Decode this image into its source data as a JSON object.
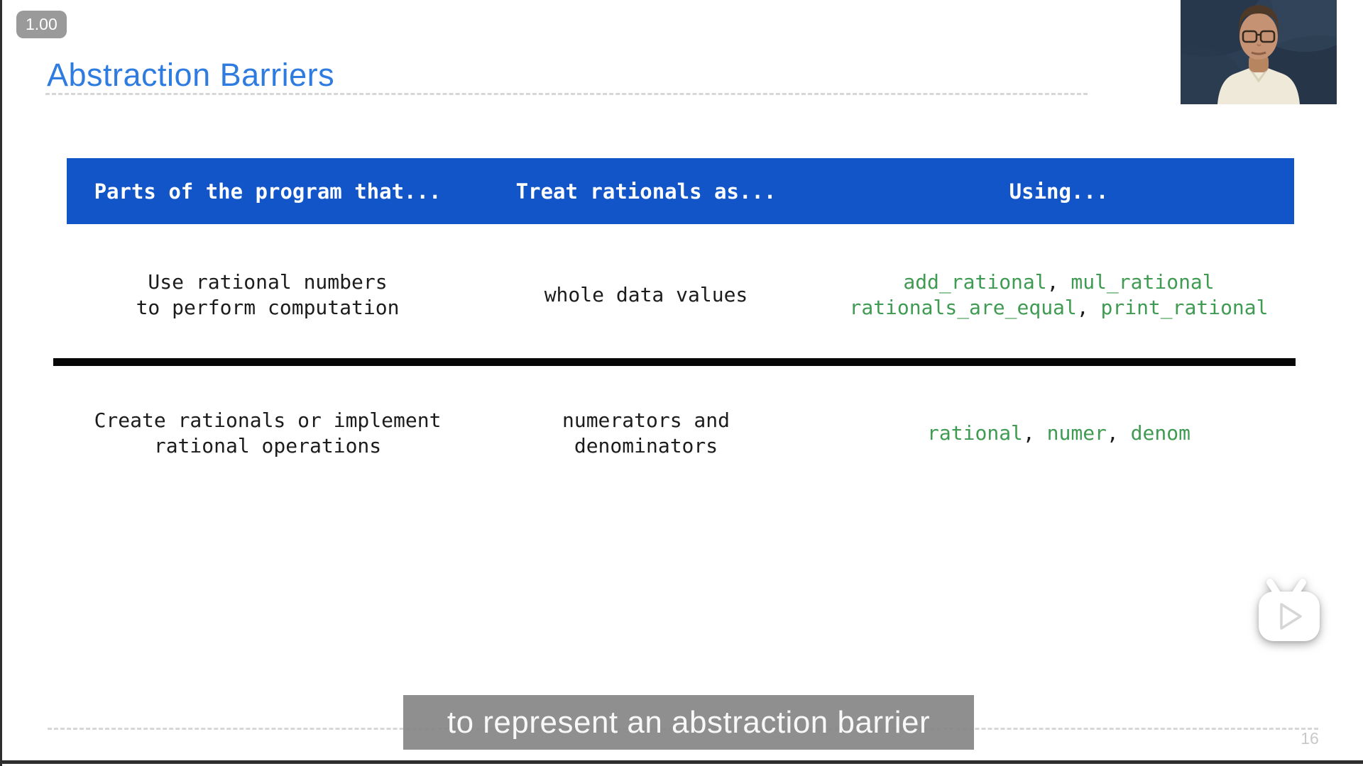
{
  "colors": {
    "header_bg": "#1255c8",
    "title_blue": "#2e7ce0",
    "code_green": "#3f9b52",
    "caption_bg": "#868686",
    "barrier_black": "#060606"
  },
  "player": {
    "rate_label": "1.00",
    "caption": "to represent an abstraction barrier",
    "icons": {
      "watermark": "tv-play-icon",
      "webcam": "presenter-video"
    }
  },
  "slide": {
    "title": "Abstraction Barriers",
    "page_number": "16",
    "table": {
      "headers": [
        "Parts of the program that...",
        "Treat rationals as...",
        "Using..."
      ],
      "rows": [
        {
          "col1": [
            "Use rational numbers",
            "to perform computation"
          ],
          "col2": [
            "whole data values"
          ],
          "col3": [
            [
              {
                "t": "add_rational",
                "k": "code"
              },
              {
                "t": ", ",
                "k": "plain"
              },
              {
                "t": "mul_rational",
                "k": "code"
              }
            ],
            [
              {
                "t": "rationals_are_equal",
                "k": "code"
              },
              {
                "t": ", ",
                "k": "plain"
              },
              {
                "t": "print_rational",
                "k": "code"
              }
            ]
          ]
        },
        {
          "col1": [
            "Create rationals or implement",
            "rational operations"
          ],
          "col2": [
            "numerators and",
            "denominators"
          ],
          "col3": [
            [
              {
                "t": "rational",
                "k": "code"
              },
              {
                "t": ", ",
                "k": "plain"
              },
              {
                "t": "numer",
                "k": "code"
              },
              {
                "t": ", ",
                "k": "plain"
              },
              {
                "t": "denom",
                "k": "code"
              }
            ]
          ]
        }
      ]
    }
  }
}
